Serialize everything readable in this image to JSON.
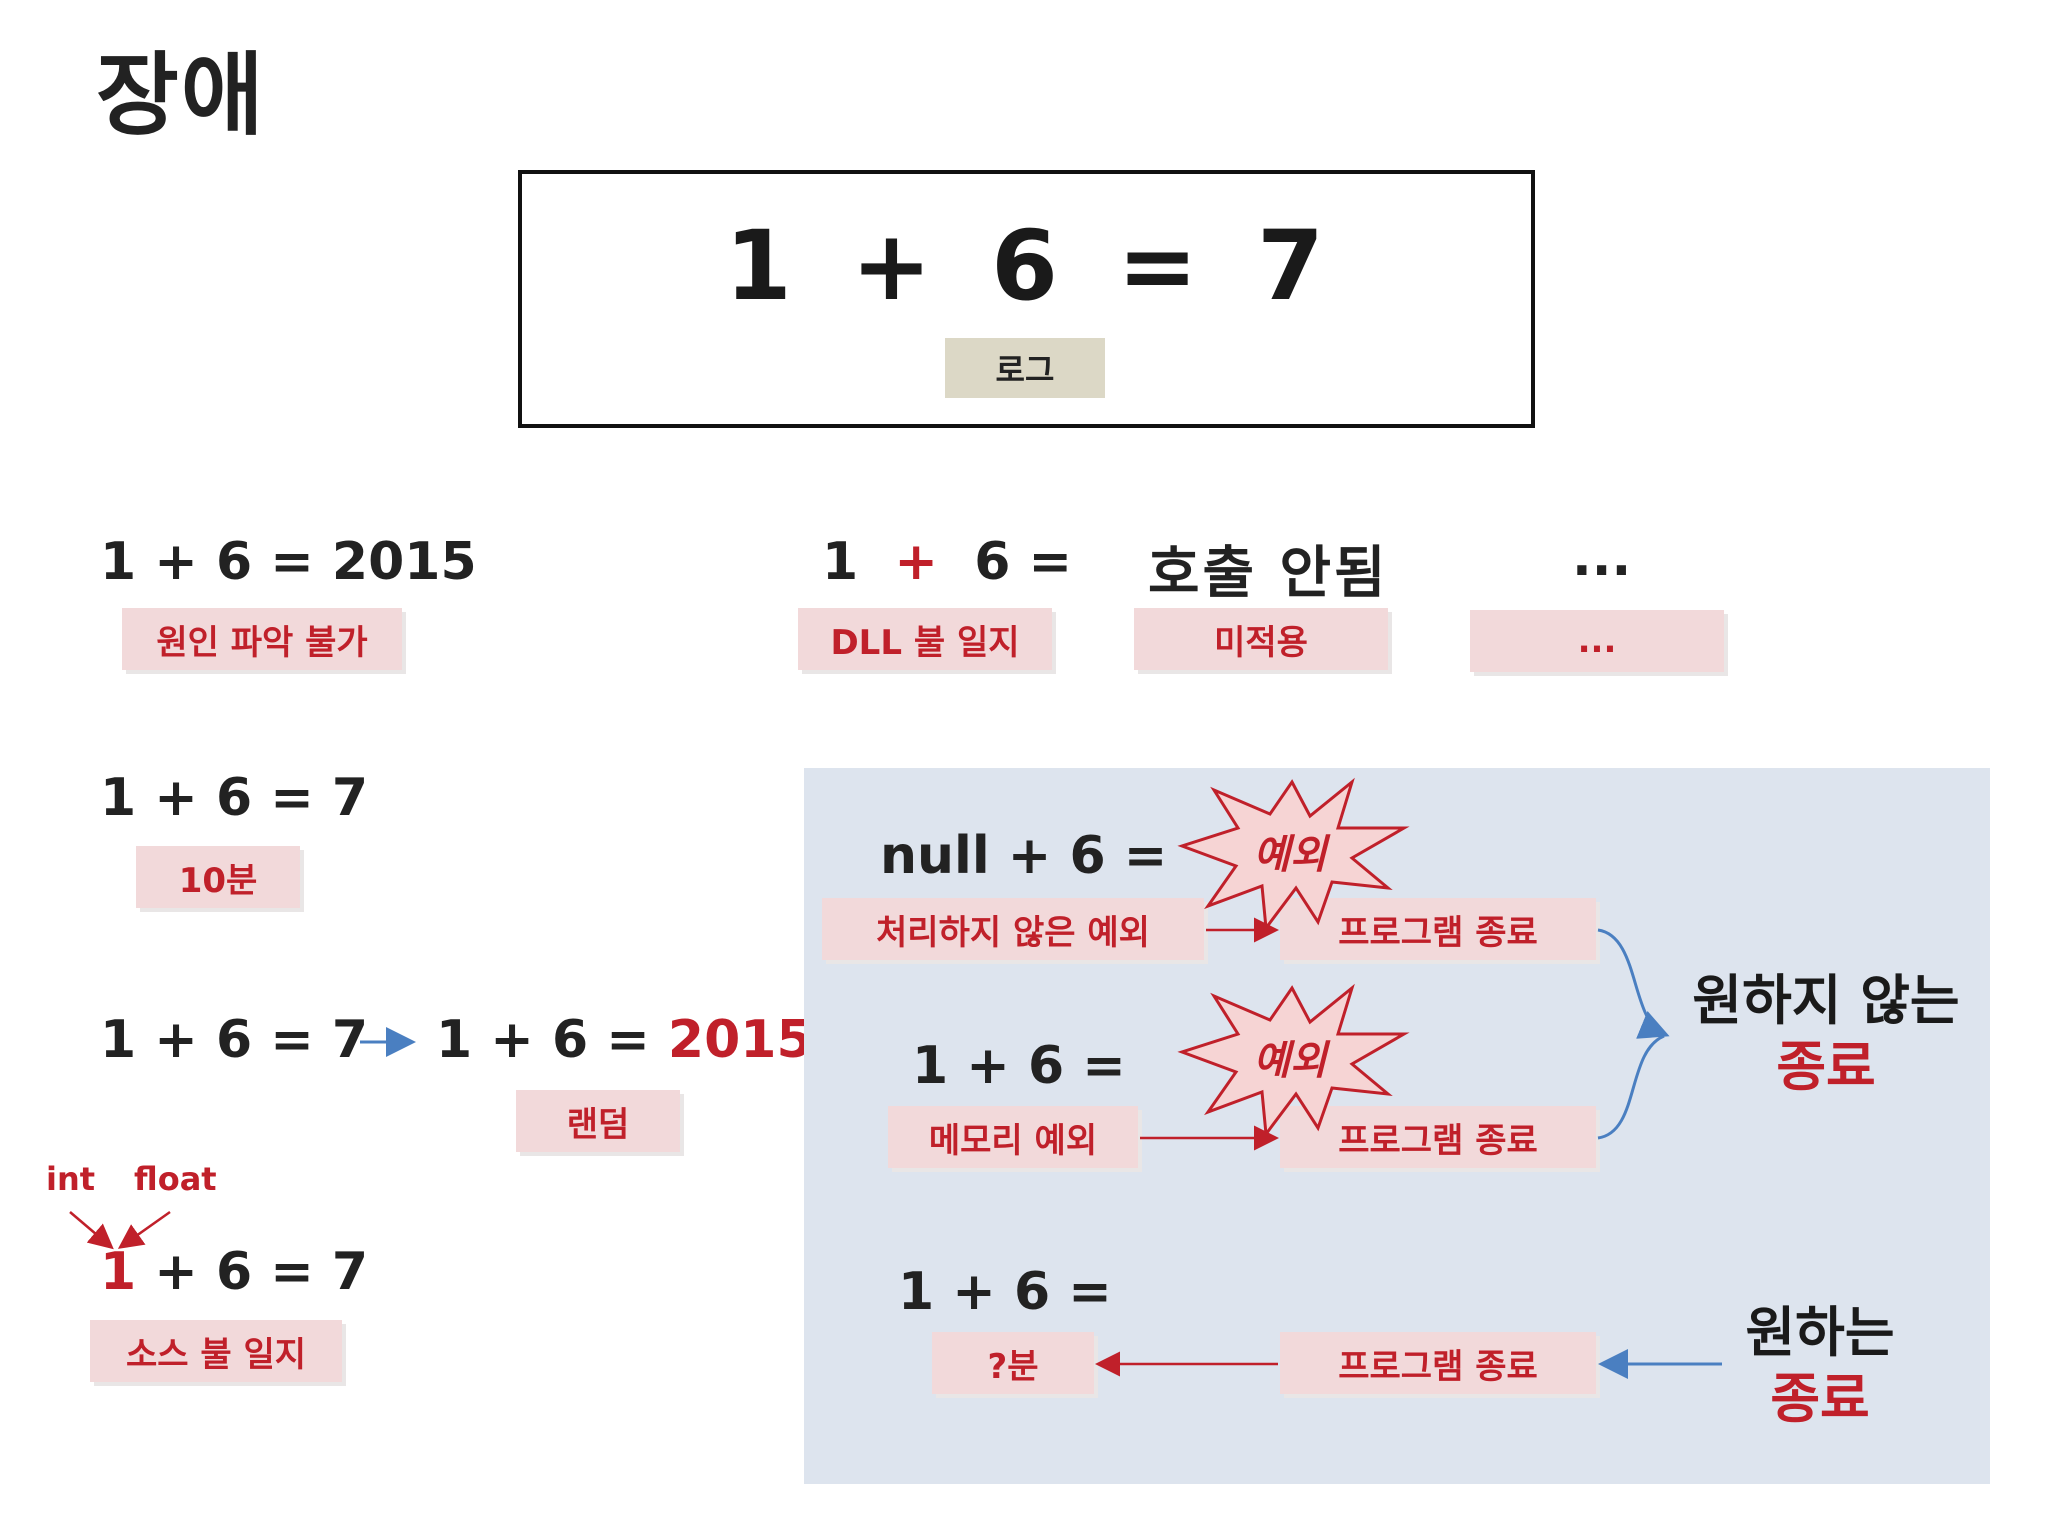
{
  "title": "장애",
  "main_equation": "1 + 6 = 7",
  "main_label": "로그",
  "cases_top": [
    {
      "expr": "1 + 6 = 2015",
      "label": "원인 파악 불가"
    },
    {
      "expr_a": "1",
      "expr_op": "+",
      "expr_b": "6 =",
      "label": "DLL 불 일지"
    },
    {
      "expr": "호출 안됨",
      "label": "미적용"
    },
    {
      "expr": "...",
      "label": "..."
    }
  ],
  "case_10min": {
    "expr": "1 + 6 = 7",
    "label": "10분"
  },
  "case_random": {
    "expr_left": "1 + 6 = 7",
    "expr_right_a": "1 + 6 = ",
    "expr_right_b": "2015",
    "label": "랜덤"
  },
  "case_source": {
    "type_a": "int",
    "type_b": "float",
    "expr_one": "1",
    "expr_rest": " + 6 = 7",
    "label": "소스 불 일지"
  },
  "panel": {
    "null_expr": "null + 6 =",
    "exception_burst": "예외",
    "unhandled_label": "처리하지 않은 예외",
    "program_end": "프로그램 종료",
    "mem_expr": "1 + 6 =",
    "memory_label": "메모리 예외",
    "unwanted_a": "원하지 않는",
    "unwanted_b": "종료",
    "bottom_expr": "1 + 6 =",
    "unknown_min": "?분",
    "wanted_a": "원하는",
    "wanted_b": "종료"
  },
  "colors": {
    "accent_red": "#c0202a",
    "tag_bg": "#f2d9da",
    "panel_bg": "#dde4ee",
    "arrow_blue": "#4a7fc1"
  }
}
